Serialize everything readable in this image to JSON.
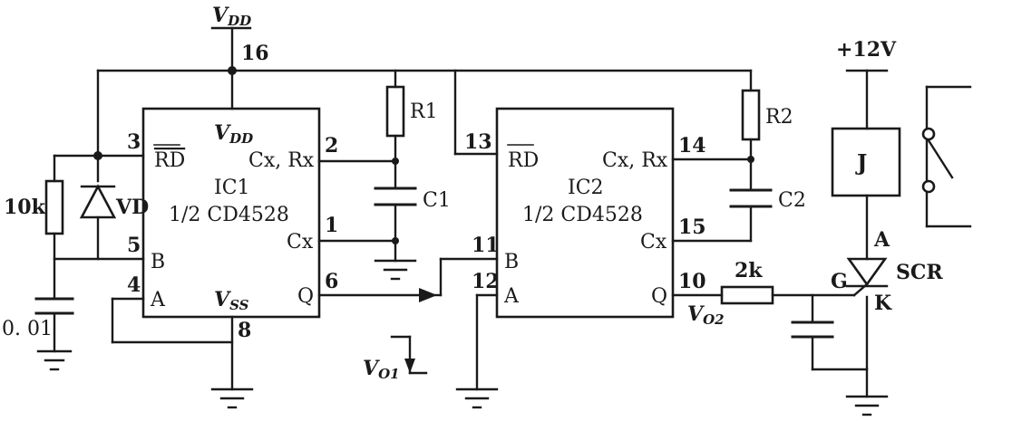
{
  "supply": {
    "vdd_main": "DD",
    "vdd_prefix": "V",
    "vdd_pin": "16",
    "plus12": "+12V"
  },
  "ic1": {
    "name": "IC1",
    "part": "1/2  CD4528",
    "vdd_prefix": "V",
    "vdd_sub": "DD",
    "vss_prefix": "V",
    "vss_sub": "SS",
    "rd": "RD",
    "b": "B",
    "a": "A",
    "cxrx": "Cx, Rx",
    "cx": "Cx",
    "q": "Q",
    "pin_rd": "3",
    "pin_b": "5",
    "pin_a": "4",
    "pin_cxrx": "2",
    "pin_cx": "1",
    "pin_q": "6",
    "pin_vss": "8"
  },
  "ic2": {
    "name": "IC2",
    "part": "1/2  CD4528",
    "rd": "RD",
    "b": "B",
    "a": "A",
    "cxrx": "Cx, Rx",
    "cx": "Cx",
    "q": "Q",
    "pin_rd": "13",
    "pin_b": "11",
    "pin_a": "12",
    "pin_cxrx": "14",
    "pin_cx": "15",
    "pin_q": "10"
  },
  "components": {
    "r_10k": "10k",
    "vd": "VD",
    "c_001": "0. 01",
    "r1": "R1",
    "c1": "C1",
    "r2": "R2",
    "c2": "C2",
    "r_2k": "2k",
    "relay": "J",
    "scr": "SCR",
    "scr_a": "A",
    "scr_k": "K",
    "scr_g": "G"
  },
  "signals": {
    "vo1_prefix": "V",
    "vo1_sub": "O1",
    "vo2_prefix": "V",
    "vo2_sub": "O2"
  }
}
